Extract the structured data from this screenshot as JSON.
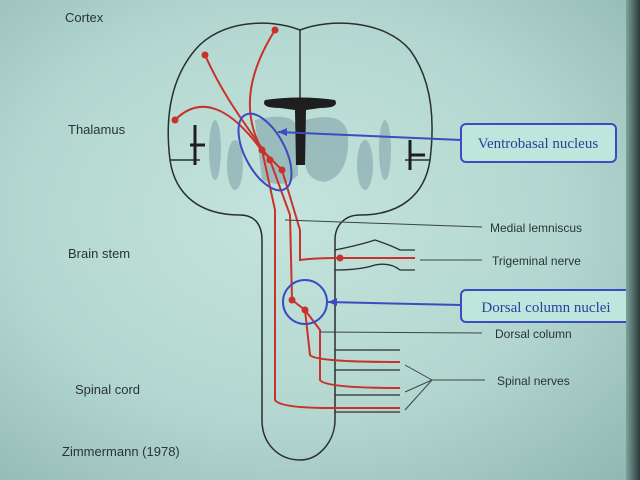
{
  "levels": {
    "cortex": "Cortex",
    "thalamus": "Thalamus",
    "brain_stem": "Brain stem",
    "spinal_cord": "Spinal cord"
  },
  "callouts": {
    "ventrobasal": "Ventrobasal nucleus",
    "dorsal_column_nuclei": "Dorsal column nuclei"
  },
  "labels": {
    "medial_lemniscus": "Medial lemniscus",
    "trigeminal_nerve": "Trigeminal nerve",
    "dorsal_column": "Dorsal column",
    "spinal_nerves": "Spinal nerves"
  },
  "citation": "Zimmermann (1978)",
  "colors": {
    "pathway": "#c8322a",
    "callout": "#3a4cc0",
    "outline": "#2a2f2f"
  }
}
